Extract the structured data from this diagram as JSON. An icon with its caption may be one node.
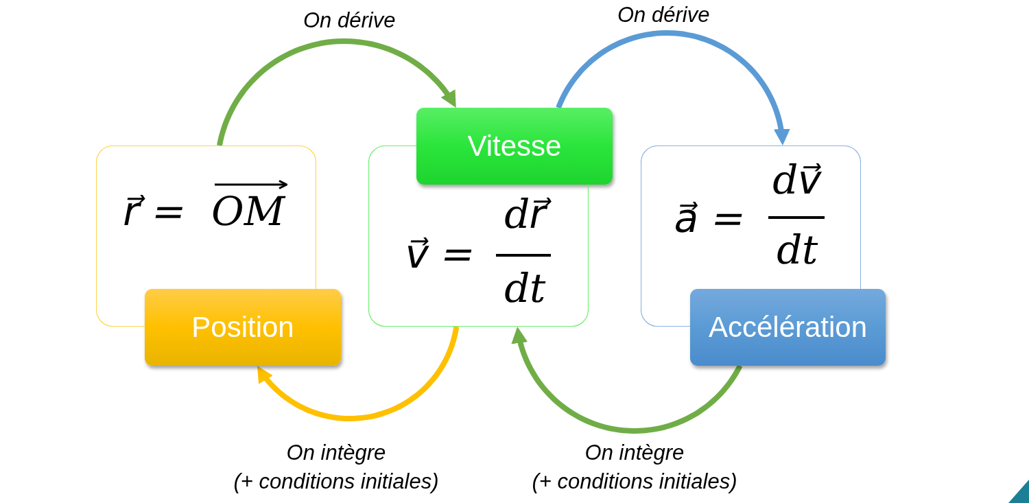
{
  "diagram": {
    "nodes": [
      {
        "text": [
          "r⃗ =",
          "OM"
        ]
      },
      {
        "text": [
          "Position"
        ]
      },
      {
        "text": [
          "dr⃗",
          "v⃗ =",
          "dt"
        ]
      },
      {
        "text": [
          "Vitesse"
        ]
      },
      {
        "text": [
          "dv⃗",
          "a⃗ =",
          "dt"
        ]
      },
      {
        "text": [
          "Accélération"
        ]
      }
    ],
    "edges": [
      {
        "from": 0,
        "to": 3,
        "arrow": "to",
        "label": "On dérive"
      },
      {
        "from": 3,
        "to": 4,
        "arrow": "to",
        "label": "On dérive",
        "color": "#5b9bd5"
      },
      {
        "from": 2,
        "to": 1,
        "arrow": "to",
        "label": "On intègre (+ conditions initiales)",
        "color": "#ffc000"
      },
      {
        "from": 5,
        "to": 2,
        "arrow": "to",
        "label": "On intègre (+ conditions initiales)"
      }
    ]
  }
}
